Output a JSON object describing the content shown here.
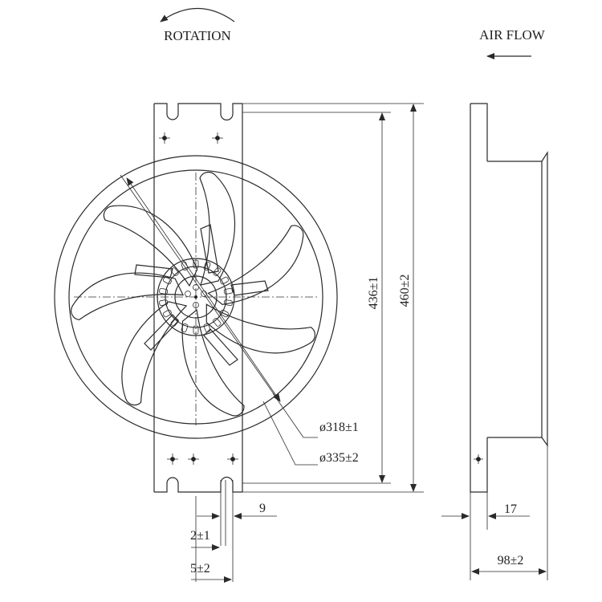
{
  "labels": {
    "rotation": "ROTATION",
    "air_flow": "AIR FLOW",
    "dim_436": "436±1",
    "dim_460": "460±2",
    "dim_318": "ø318±1",
    "dim_335": "ø335±2",
    "dim_9": "9",
    "dim_2": "2±1",
    "dim_5": "5±2",
    "dim_17": "17",
    "dim_98": "98±2"
  },
  "colors": {
    "line": "#2a2a2a",
    "background": "#ffffff"
  }
}
